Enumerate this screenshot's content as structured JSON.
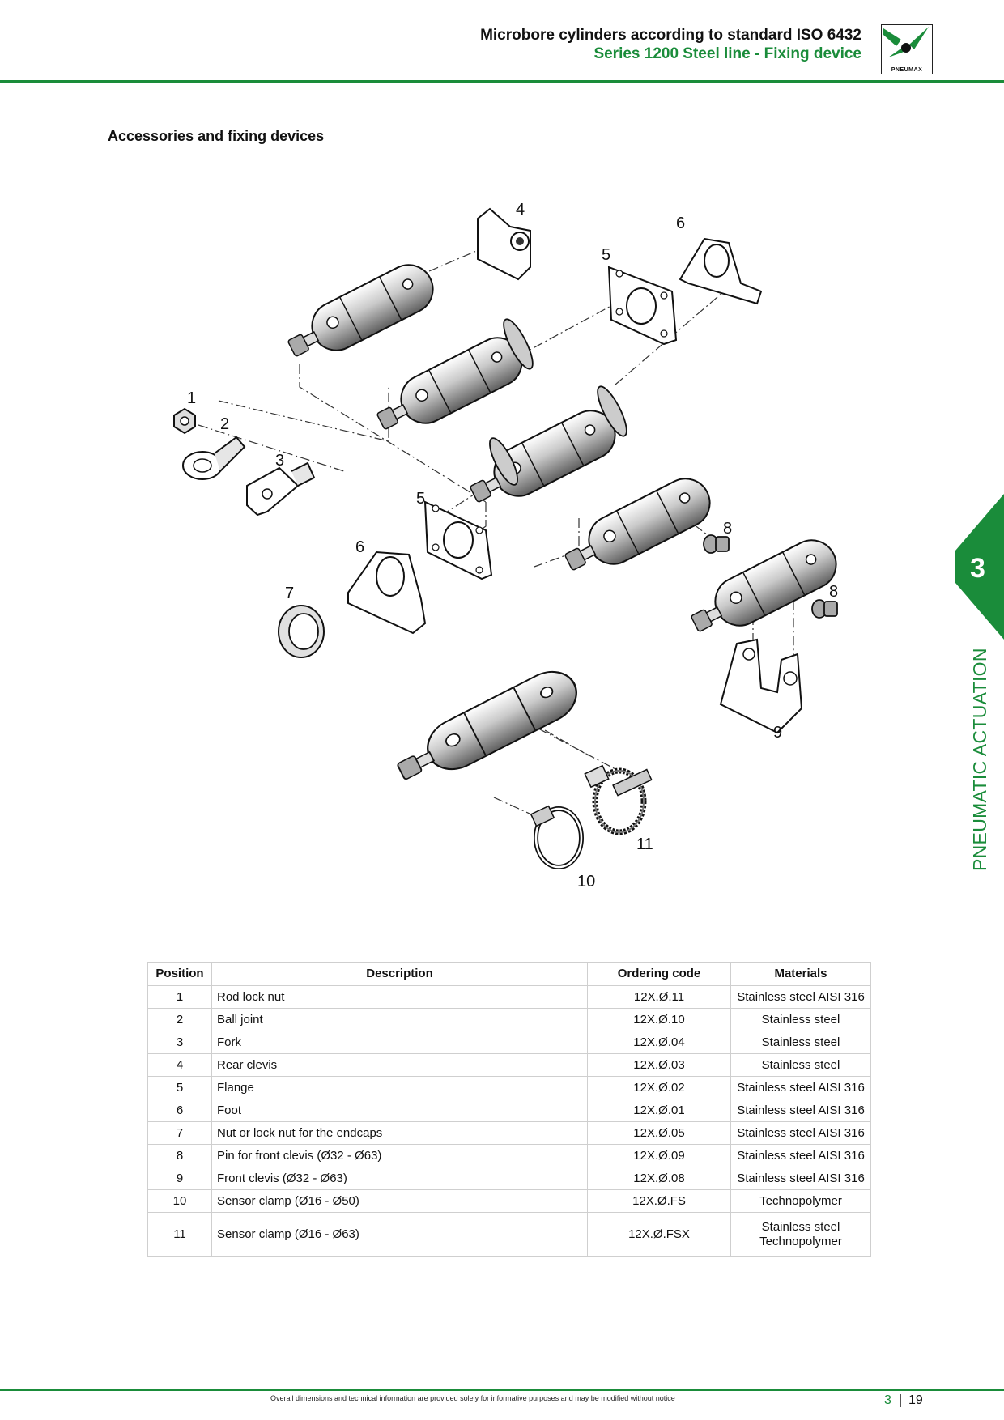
{
  "header": {
    "title": "Microbore cylinders according to standard ISO 6432",
    "subtitle": "Series 1200 Steel line - Fixing device",
    "logo_text": "PNEUMAX",
    "accent_color": "#1a8c3a"
  },
  "section": {
    "title": "Accessories and fixing devices"
  },
  "diagram": {
    "callouts": [
      "1",
      "2",
      "3",
      "4",
      "5",
      "6",
      "5",
      "6",
      "7",
      "8",
      "8",
      "9",
      "10",
      "11"
    ]
  },
  "side_tab": {
    "number": "3",
    "label": "PNEUMATIC ACTUATION"
  },
  "table": {
    "headers": [
      "Position",
      "Description",
      "Ordering code",
      "Materials"
    ],
    "rows": [
      {
        "position": "1",
        "description": "Rod lock nut",
        "code": "12X.Ø.11",
        "material": "Stainless steel AISI 316"
      },
      {
        "position": "2",
        "description": "Ball joint",
        "code": "12X.Ø.10",
        "material": "Stainless steel"
      },
      {
        "position": "3",
        "description": "Fork",
        "code": "12X.Ø.04",
        "material": "Stainless steel"
      },
      {
        "position": "4",
        "description": "Rear clevis",
        "code": "12X.Ø.03",
        "material": "Stainless steel"
      },
      {
        "position": "5",
        "description": "Flange",
        "code": "12X.Ø.02",
        "material": "Stainless steel AISI 316"
      },
      {
        "position": "6",
        "description": "Foot",
        "code": "12X.Ø.01",
        "material": "Stainless steel AISI 316"
      },
      {
        "position": "7",
        "description": "Nut or lock nut for the endcaps",
        "code": "12X.Ø.05",
        "material": "Stainless steel AISI 316"
      },
      {
        "position": "8",
        "description": "Pin for front clevis (Ø32 - Ø63)",
        "code": "12X.Ø.09",
        "material": "Stainless steel AISI 316"
      },
      {
        "position": "9",
        "description": "Front clevis (Ø32 - Ø63)",
        "code": "12X.Ø.08",
        "material": "Stainless steel AISI 316"
      },
      {
        "position": "10",
        "description": "Sensor clamp (Ø16 - Ø50)",
        "code": "12X.Ø.FS",
        "material": "Technopolymer"
      },
      {
        "position": "11",
        "description": "Sensor clamp (Ø16 - Ø63)",
        "code": "12X.Ø.FSX",
        "material": "Stainless steel",
        "material_line2": "Technopolymer"
      }
    ]
  },
  "footer": {
    "note": "Overall dimensions and technical information are provided solely for informative purposes and may be modified without notice",
    "chapter": "3",
    "page": "19"
  }
}
